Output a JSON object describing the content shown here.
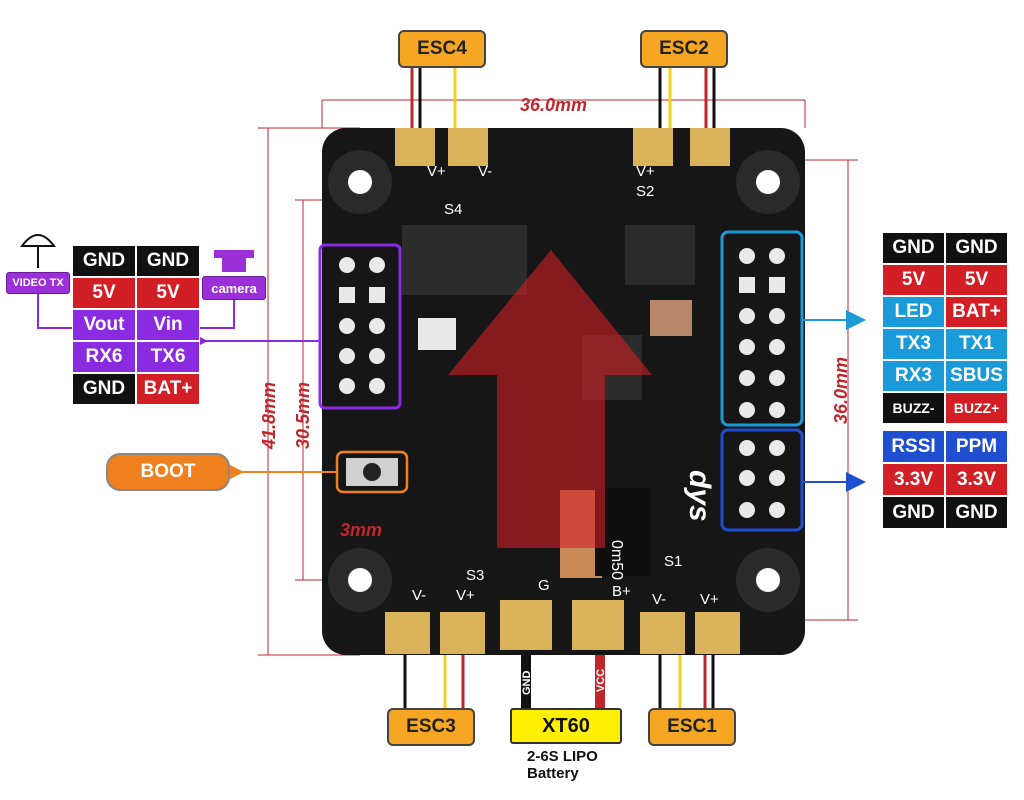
{
  "esc": {
    "esc1": "ESC1",
    "esc2": "ESC2",
    "esc3": "ESC3",
    "esc4": "ESC4"
  },
  "boot": "BOOT",
  "xt60": {
    "label": "XT60",
    "gnd": "GND",
    "vcc": "VCC"
  },
  "battery": {
    "line1": "2-6S LIPO",
    "line2": "Battery"
  },
  "dims": {
    "top": "36.0mm",
    "right": "36.0mm",
    "outer": "41.8mm",
    "inner": "30.5mm",
    "hole": "3mm"
  },
  "left_tags": {
    "video_tx": "VIDEO TX",
    "camera": "camera"
  },
  "left_table": [
    [
      "GND",
      "GND"
    ],
    [
      "5V",
      "5V"
    ],
    [
      "Vout",
      "Vin"
    ],
    [
      "RX6",
      "TX6"
    ],
    [
      "GND",
      "BAT+"
    ]
  ],
  "right_table_top": [
    [
      "GND",
      "GND"
    ],
    [
      "5V",
      "5V"
    ],
    [
      "LED",
      "BAT+"
    ],
    [
      "TX3",
      "TX1"
    ],
    [
      "RX3",
      "SBUS"
    ],
    [
      "BUZZ-",
      "BUZZ+"
    ]
  ],
  "right_table_bottom": [
    [
      "RSSI",
      "PPM"
    ],
    [
      "3.3V",
      "3.3V"
    ],
    [
      "GND",
      "GND"
    ]
  ],
  "silkscreen": {
    "s4": "S4",
    "v4": "V-",
    "vp4": "V+",
    "s2": "S2",
    "vp2": "V+",
    "s3": "S3",
    "v3": "V-",
    "vp3": "V+",
    "s1": "S1",
    "v1": "V-",
    "vp1": "V+",
    "g": "G",
    "bp": "B+",
    "brand": "dys",
    "shunt": "0m50"
  },
  "colors": {
    "esc": "#f5a623",
    "boot": "#f07f1e",
    "xt60": "#ffef00",
    "purple": "#8a2be2",
    "blue": "#1a9ad9",
    "dblue": "#1f4fd0",
    "red": "#d21f26",
    "black": "#111111",
    "dim": "#c0272d"
  }
}
